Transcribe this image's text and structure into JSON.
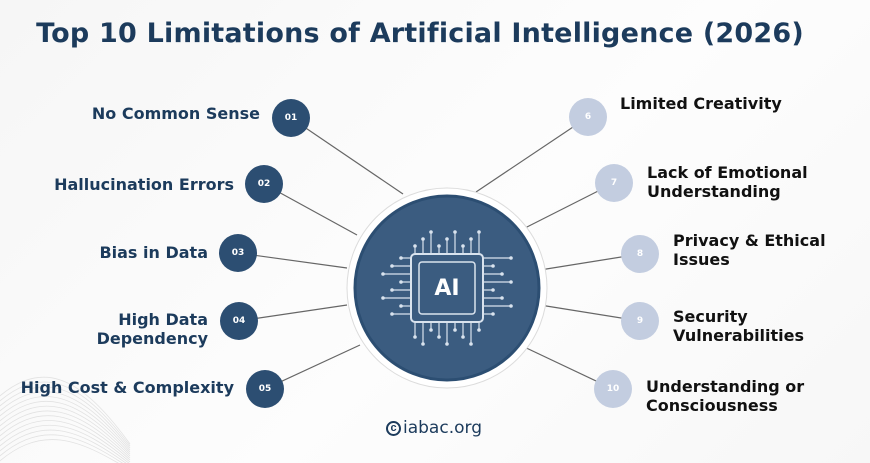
{
  "title": "Top 10 Limitations of Artificial Intelligence (2026)",
  "hub": {
    "label": "AI",
    "icon": "ai-chip-icon"
  },
  "left_items": [
    {
      "number": "01",
      "label": "No Common Sense"
    },
    {
      "number": "02",
      "label": "Hallucination Errors"
    },
    {
      "number": "03",
      "label": "Bias in Data"
    },
    {
      "number": "04",
      "label": "High Data\nDependency"
    },
    {
      "number": "05",
      "label": "High Cost & Complexity"
    }
  ],
  "right_items": [
    {
      "number": "6",
      "label": "Limited Creativity"
    },
    {
      "number": "7",
      "label": "Lack of Emotional\nUnderstanding"
    },
    {
      "number": "8",
      "label": "Privacy & Ethical\nIssues"
    },
    {
      "number": "9",
      "label": "Security\nVulnerabilities"
    },
    {
      "number": "10",
      "label": "Understanding or\nConsciousness"
    }
  ],
  "footer": {
    "icon": "copyright-icon",
    "icon_glyph": "c",
    "text": "iabac.org"
  },
  "colors": {
    "navy": "#1c3b5c",
    "dark_node": "#2c4e72",
    "light_node": "#c3cde0",
    "hub": "#3b5c80"
  }
}
